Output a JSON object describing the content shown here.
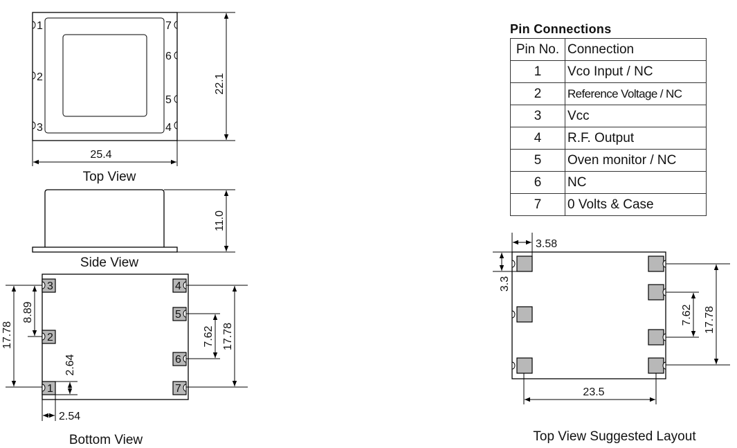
{
  "captions": {
    "top_view": "Top View",
    "side_view": "Side View",
    "bottom_view": "Bottom View",
    "layout_view": "Top View Suggested Layout"
  },
  "top_view": {
    "pins": [
      "1",
      "2",
      "3",
      "7",
      "6",
      "5",
      "4"
    ],
    "dims": {
      "width": "25.4",
      "height": "22.1"
    }
  },
  "side_view": {
    "dims": {
      "height": "11.0"
    }
  },
  "bottom_view": {
    "pins": [
      "3",
      "2",
      "1",
      "4",
      "5",
      "6",
      "7"
    ],
    "dims": {
      "left_span": "17.78",
      "pin_pitch_2": "8.89",
      "pad_height": "2.64",
      "pad_width": "2.54",
      "pin_pitch_1": "7.62",
      "right_span": "17.78"
    }
  },
  "pin_table": {
    "title": "Pin Connections",
    "headers": [
      "Pin No.",
      "Connection"
    ],
    "rows": [
      {
        "pin": "1",
        "connection": "Vco Input / NC"
      },
      {
        "pin": "2",
        "connection": "Reference Voltage / NC"
      },
      {
        "pin": "3",
        "connection": "Vcc"
      },
      {
        "pin": "4",
        "connection": "R.F. Output"
      },
      {
        "pin": "5",
        "connection": "Oven monitor / NC"
      },
      {
        "pin": "6",
        "connection": "NC"
      },
      {
        "pin": "7",
        "connection": "0 Volts & Case"
      }
    ]
  },
  "layout_view": {
    "dims": {
      "pad_offset": "3.58",
      "pad_height": "3.3",
      "pin_pitch": "7.62",
      "span": "17.78",
      "width": "23.5"
    }
  }
}
